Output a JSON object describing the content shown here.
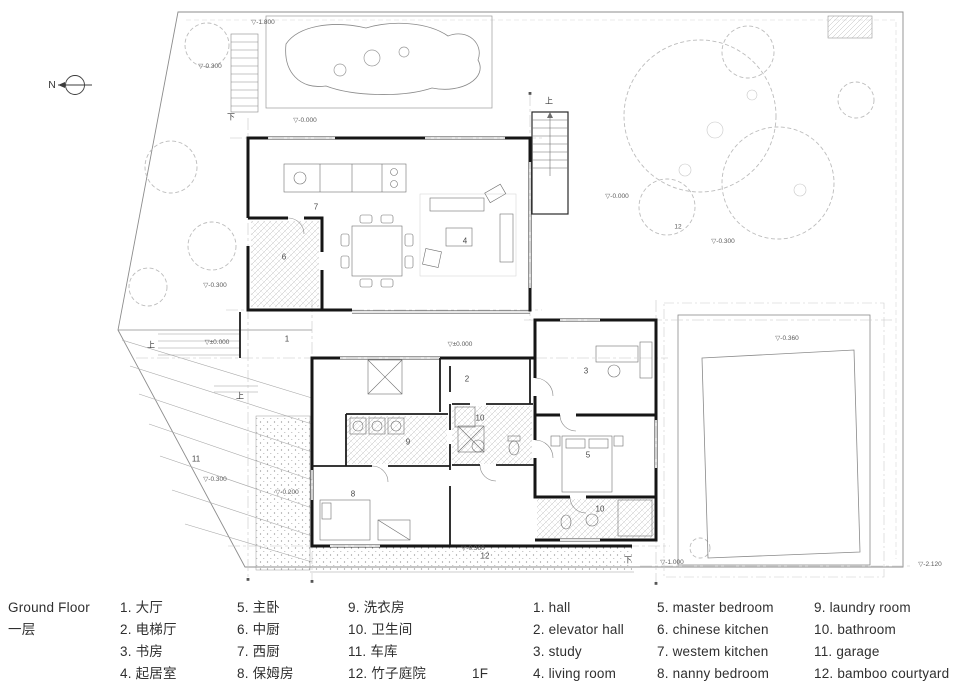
{
  "north_label": "N",
  "legend": {
    "title_en": "Ground Floor",
    "title_zh": "一层",
    "floor": "1F",
    "zh": [
      [
        "1. 大厅",
        "2. 电梯厅",
        "3. 书房",
        "4. 起居室"
      ],
      [
        "5. 主卧",
        "6. 中厨",
        "7. 西厨",
        "8. 保姆房"
      ],
      [
        "9. 洗衣房",
        "10. 卫生间",
        "11. 车库",
        "12. 竹子庭院"
      ]
    ],
    "en": [
      [
        "1. hall",
        "2. elevator hall",
        "3. study",
        "4. living room"
      ],
      [
        "5. master bedroom",
        "6. chinese kitchen",
        "7. westem kitchen",
        "8. nanny bedroom"
      ],
      [
        "9. laundry room",
        "10. bathroom",
        "11. garage",
        "12. bamboo courtyard"
      ]
    ]
  },
  "rooms": [
    {
      "num": "1"
    },
    {
      "num": "2"
    },
    {
      "num": "3"
    },
    {
      "num": "4"
    },
    {
      "num": "5"
    },
    {
      "num": "6"
    },
    {
      "num": "7"
    },
    {
      "num": "8"
    },
    {
      "num": "9"
    },
    {
      "num": "10"
    },
    {
      "num": "10"
    },
    {
      "num": "11"
    },
    {
      "num": "12"
    }
  ],
  "annotations": [
    {
      "text": "▽-1.800"
    },
    {
      "text": "▽-0.300"
    },
    {
      "text": "▽-0.000"
    },
    {
      "text": "▽-0.000"
    },
    {
      "text": "▽-0.300"
    },
    {
      "text": "▽-0.300"
    },
    {
      "text": "▽±0.000"
    },
    {
      "text": "▽±0.000"
    },
    {
      "text": "▽-0.360"
    },
    {
      "text": "▽-0.300"
    },
    {
      "text": "▽-0.200"
    },
    {
      "text": "▽-0.360"
    },
    {
      "text": "▽-1.000"
    },
    {
      "text": "▽-2.120"
    },
    {
      "text": "12"
    }
  ],
  "stair_labels": [
    {
      "text": "上"
    },
    {
      "text": "下"
    },
    {
      "text": "上"
    },
    {
      "text": "上"
    },
    {
      "text": "下"
    }
  ]
}
